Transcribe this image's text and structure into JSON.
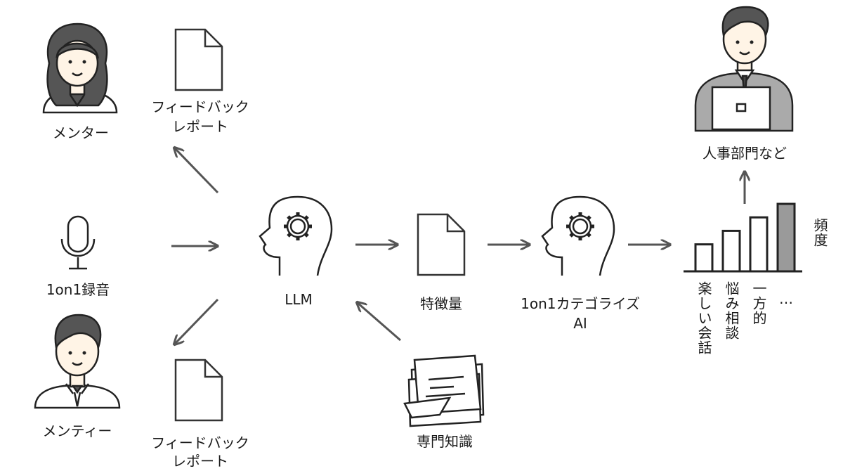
{
  "labels": {
    "mentor": "メンター",
    "mentee": "メンティー",
    "recording": "1on1録音",
    "feedback_top_line1": "フィードバック",
    "feedback_top_line2": "レポート",
    "feedback_bottom_line1": "フィードバック",
    "feedback_bottom_line2": "レポート",
    "llm": "LLM",
    "features": "特徴量",
    "categorize_ai_line1": "1on1カテゴライズ",
    "categorize_ai_line2": "AI",
    "expertise": "専門知識",
    "hr": "人事部門など",
    "frequency": "頻度"
  },
  "chart_data": {
    "type": "bar",
    "categories": [
      "楽しい会話",
      "悩み相談",
      "一方的",
      "…"
    ],
    "values": [
      2,
      3,
      4,
      5
    ],
    "ylabel": "頻度",
    "highlight_index": 3,
    "colors": {
      "default": "#ffffff",
      "highlight": "#9a9a9a",
      "stroke": "#222222"
    }
  },
  "colors": {
    "arrow": "#555555",
    "line": "#222222",
    "skin": "#fff4e6",
    "hair": "#555555"
  }
}
